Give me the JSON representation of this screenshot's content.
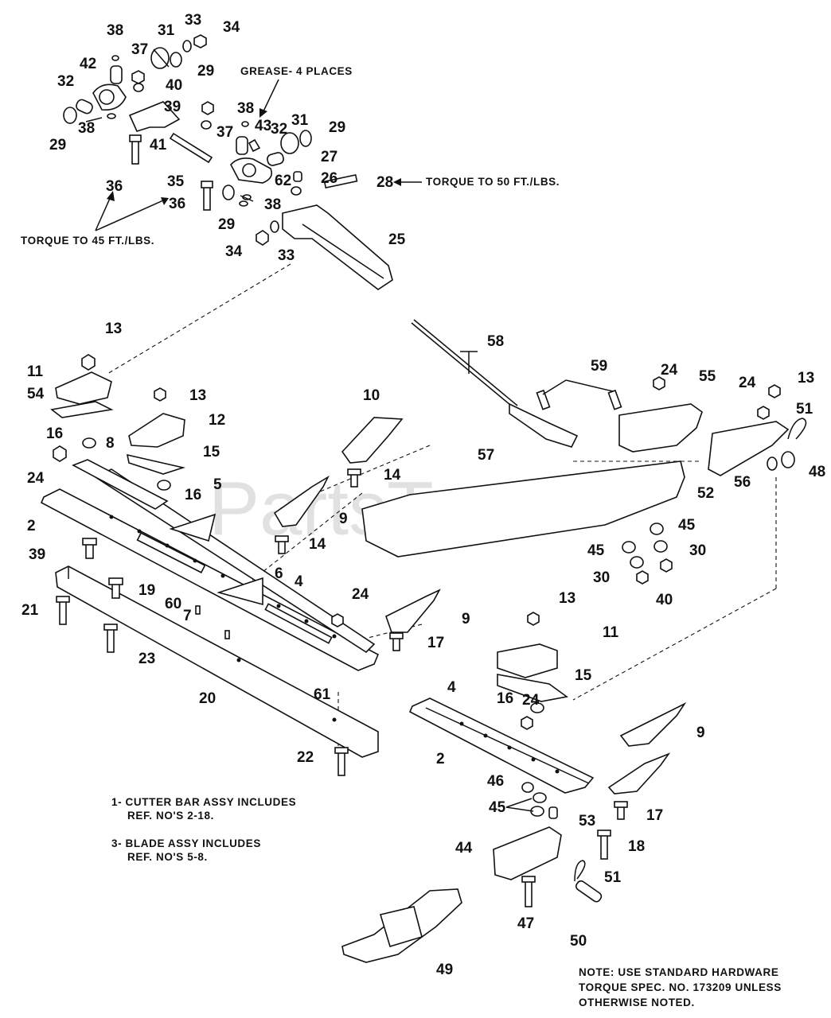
{
  "watermark": "PartsTree",
  "callouts": {
    "grease": "GREASE- 4 PLACES",
    "torque50": "TORQUE TO 50 FT./LBS.",
    "torque45": "TORQUE TO 45 FT./LBS."
  },
  "notes": {
    "cutter_line1": "1- CUTTER BAR ASSY INCLUDES",
    "cutter_line2": "REF. NO'S 2-18.",
    "blade_line1": "3- BLADE ASSY INCLUDES",
    "blade_line2": "REF. NO'S 5-8.",
    "hardware_line1": "NOTE: USE STANDARD HARDWARE",
    "hardware_line2": "TORQUE SPEC. NO. 173209 UNLESS",
    "hardware_line3": "OTHERWISE  NOTED."
  },
  "ref_numbers": [
    "2",
    "4",
    "5",
    "6",
    "7",
    "8",
    "9",
    "10",
    "11",
    "12",
    "13",
    "14",
    "15",
    "16",
    "17",
    "18",
    "19",
    "20",
    "21",
    "22",
    "23",
    "24",
    "25",
    "26",
    "27",
    "28",
    "29",
    "30",
    "31",
    "32",
    "33",
    "34",
    "35",
    "36",
    "37",
    "38",
    "39",
    "40",
    "41",
    "42",
    "43",
    "44",
    "45",
    "46",
    "47",
    "48",
    "49",
    "50",
    "51",
    "52",
    "53",
    "54",
    "55",
    "56",
    "57",
    "58",
    "59",
    "60",
    "61",
    "62"
  ]
}
